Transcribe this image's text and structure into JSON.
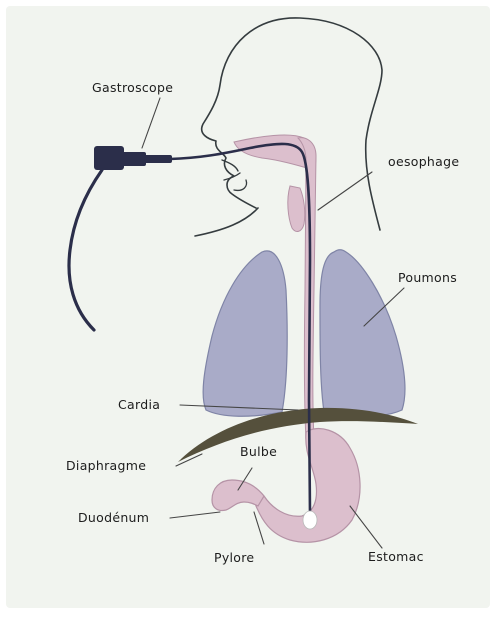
{
  "colors": {
    "page_background": "#ffffff",
    "panel_background": "#f1f4ef",
    "outline": "#353c3f",
    "lung_fill": "#a9abc8",
    "lung_stroke": "#7f84a6",
    "digestive_fill": "#dcbfcd",
    "digestive_stroke": "#b593a6",
    "diaphragm": "#55503c",
    "scope_cable": "#2b2e4a",
    "scope_tip": "#ffffff",
    "leader_line": "#454545"
  },
  "labels": {
    "gastroscope": "Gastroscope",
    "oesophage": "oesophage",
    "poumons": "Poumons",
    "cardia": "Cardia",
    "bulbe": "Bulbe",
    "diaphragme": "Diaphragme",
    "duodenum": "Duodénum",
    "pylore": "Pylore",
    "estomac": "Estomac"
  }
}
